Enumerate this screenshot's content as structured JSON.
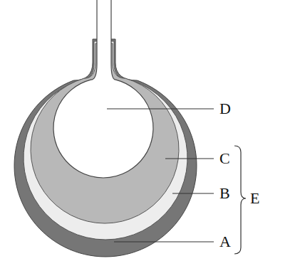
{
  "diagram": {
    "labels": [
      "D",
      "C",
      "B",
      "A",
      "E"
    ]
  }
}
